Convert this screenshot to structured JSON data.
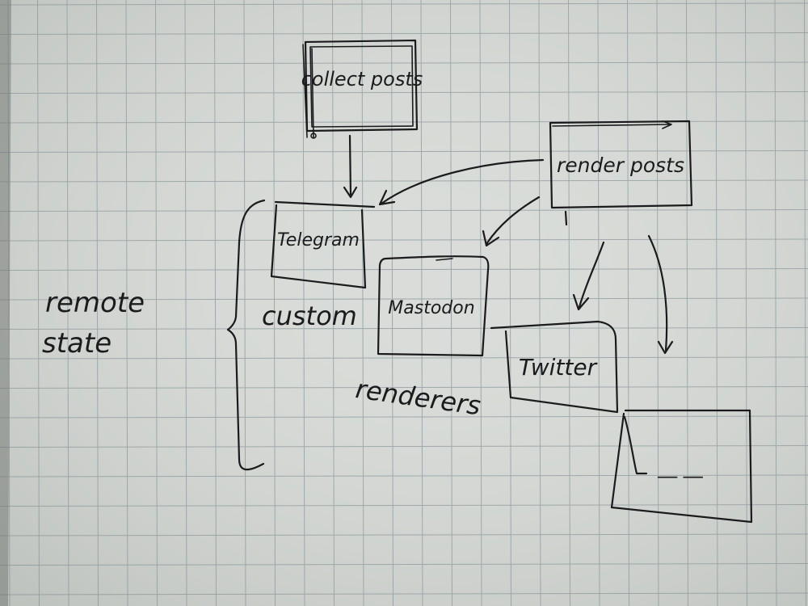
{
  "diagram": {
    "nodes": {
      "collect": "collect posts",
      "render": "render posts",
      "telegram": "Telegram",
      "mastodon": "Mastodon",
      "twitter": "Twitter",
      "placeholder": "__ __"
    },
    "labels": {
      "remote": "remote",
      "state": "state",
      "custom": "custom",
      "renderers": "renderers"
    }
  },
  "colors": {
    "paper": "#d9dcd8",
    "grid": "#9aa5a8",
    "ink": "#1b1b1d"
  }
}
